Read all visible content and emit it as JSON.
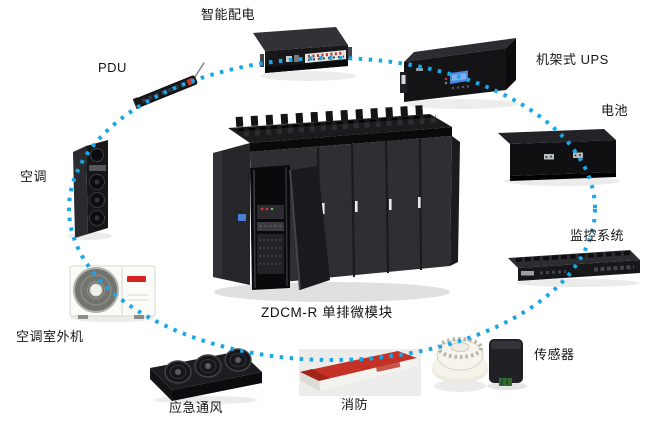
{
  "page": {
    "background_color": "#ffffff",
    "connector_color": "#18a8e8",
    "fire_red": "#c43226",
    "lcd_blue": "#4d86e0",
    "center_module": {
      "title": "ZDCM-R 单排微模块"
    },
    "components": {
      "smart_distribution": {
        "label": "智能配电"
      },
      "rack_ups": {
        "label": "机架式 UPS"
      },
      "battery": {
        "label": "电池"
      },
      "monitoring": {
        "label": "监控系统"
      },
      "sensor": {
        "label": "传感器"
      },
      "fire": {
        "label": "消防"
      },
      "emergency_vent": {
        "label": "应急通风"
      },
      "ac_outdoor": {
        "label": "空调室外机"
      },
      "ac": {
        "label": "空调"
      },
      "pdu": {
        "label": "PDU"
      }
    }
  }
}
